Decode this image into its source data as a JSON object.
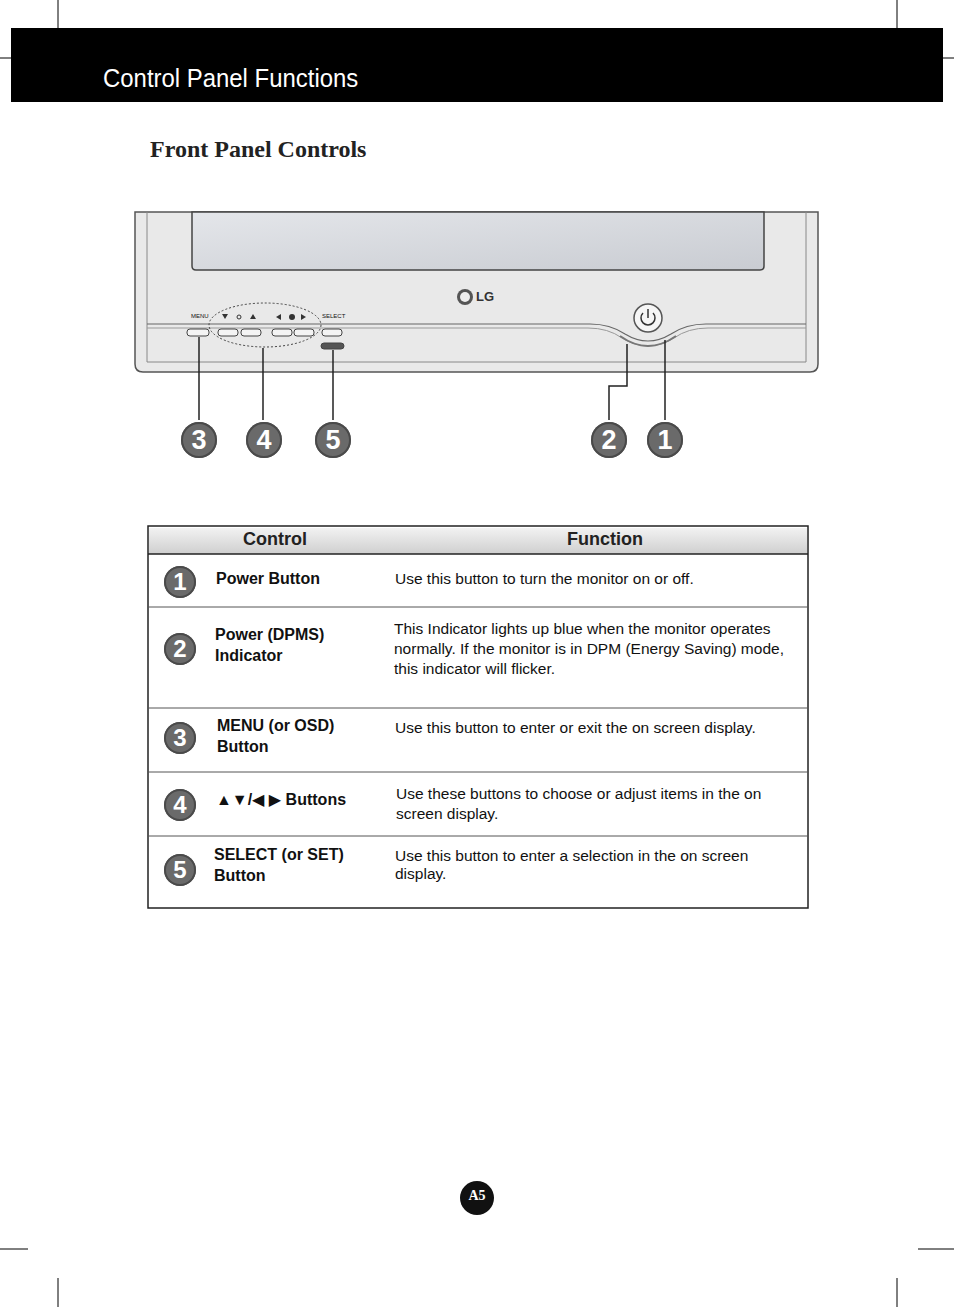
{
  "diagram": {
    "title": "Control Panel Functions",
    "labels": [
      "Front Panel Controls",
      "MENU",
      "SELECT",
      "LG",
      "3",
      "4",
      "5",
      "2",
      "1",
      "Control",
      "Function",
      "1",
      "Power Button",
      "Use this button to turn the monitor on or off.",
      "2",
      "Power (DPMS) Indicator",
      "This Indicator lights up blue when the monitor operates normally. If the monitor is in DPM (Energy Saving) mode, this indicator will flicker.",
      "3",
      "MENU (or OSD) Button",
      "Use this button to enter or exit the on screen display.",
      "4",
      "▲▼/◀ ▶ Buttons",
      "Use these buttons to choose or adjust items in the on screen display.",
      "5",
      "SELECT (or SET) Button",
      "Use this button to enter a selection in the on screen display.",
      "A5"
    ]
  }
}
